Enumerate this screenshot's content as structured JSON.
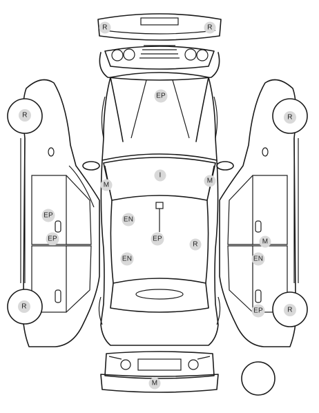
{
  "markers": [
    {
      "id": "m-rear-bumper-left",
      "label": "R"
    },
    {
      "id": "m-rear-bumper-right",
      "label": "R"
    },
    {
      "id": "m-roof",
      "label": "EP"
    },
    {
      "id": "m-windshield",
      "label": "I"
    },
    {
      "id": "m-left-mirror",
      "label": "M"
    },
    {
      "id": "m-right-mirror",
      "label": "M"
    },
    {
      "id": "m-hood-upper",
      "label": "EN"
    },
    {
      "id": "m-hood-lower",
      "label": "EN"
    },
    {
      "id": "m-hood-center",
      "label": "EP"
    },
    {
      "id": "m-hood-right",
      "label": "R"
    },
    {
      "id": "m-left-wheel-rear",
      "label": "R"
    },
    {
      "id": "m-left-wheel-front",
      "label": "R"
    },
    {
      "id": "m-left-door-upper",
      "label": "EP"
    },
    {
      "id": "m-left-door-mid",
      "label": "EP"
    },
    {
      "id": "m-right-wheel-rear",
      "label": "R"
    },
    {
      "id": "m-right-wheel-front",
      "label": "R"
    },
    {
      "id": "m-right-door-mid",
      "label": "M"
    },
    {
      "id": "m-right-door-lower",
      "label": "EN"
    },
    {
      "id": "m-right-door-bottom",
      "label": "EP"
    },
    {
      "id": "m-front-bumper",
      "label": "M"
    }
  ]
}
